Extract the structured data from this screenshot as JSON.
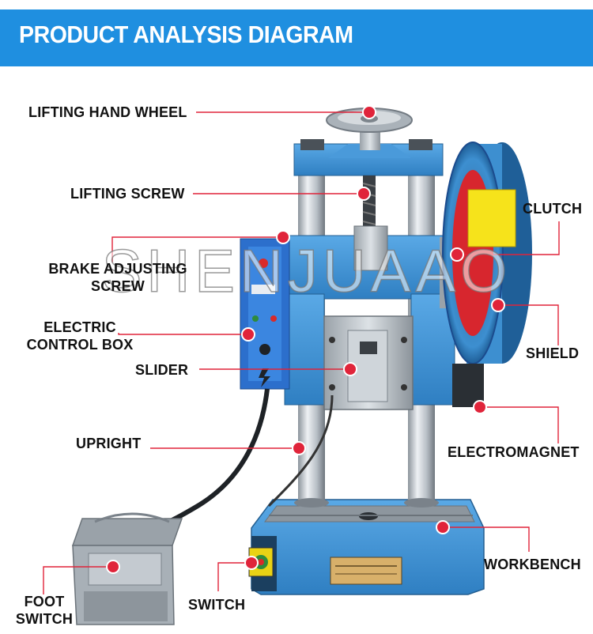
{
  "header": {
    "title": "PRODUCT ANALYSIS DIAGRAM"
  },
  "colors": {
    "banner": "#1f8fe0",
    "leader": "#e0243a",
    "machine_blue": "#3d8fd0"
  },
  "labels": {
    "lifting_hand_wheel": "LIFTING HAND WHEEL",
    "lifting_screw": "LIFTING SCREW",
    "brake_adjusting_screw_1": "BRAKE ADJUSTING",
    "brake_adjusting_screw_2": "SCREW",
    "electric_control_box_1": "ELECTRIC",
    "electric_control_box_2": "CONTROL BOX",
    "slider": "SLIDER",
    "upright": "UPRIGHT",
    "foot_switch_1": "FOOT",
    "foot_switch_2": "SWITCH",
    "switch": "SWITCH",
    "clutch": "CLUTCH",
    "shield": "SHIELD",
    "electromagnet": "ELECTROMAGNET",
    "workbench": "WORKBENCH"
  },
  "watermark": "SHENJUAAO"
}
